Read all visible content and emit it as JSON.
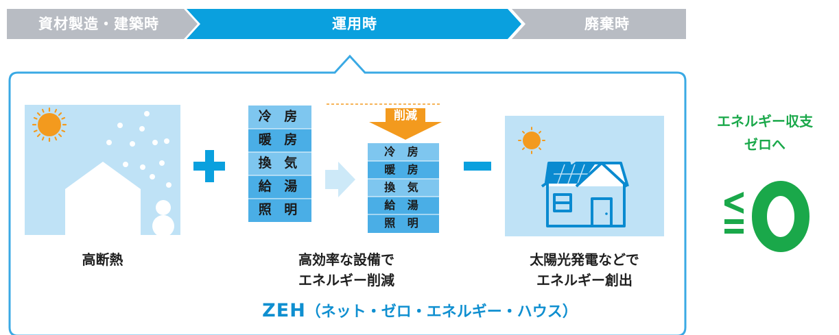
{
  "phases": [
    {
      "label": "資材製造・建築時",
      "active": false
    },
    {
      "label": "運用時",
      "active": true
    },
    {
      "label": "廃棄時",
      "active": false
    }
  ],
  "colors": {
    "phase_inactive": "#b8bcc3",
    "phase_active": "#0aa0de",
    "frame_border": "#3aa9e4",
    "panel_bg": "#bfe2f6",
    "stack_dark": "#4aaee6",
    "stack_light": "#7ec6ef",
    "operator": "#0aa0de",
    "arrow_reduce": "#f39a1e",
    "zero_green": "#1aa84a"
  },
  "panels": {
    "insulation": {
      "caption": "高断熱"
    },
    "efficiency": {
      "caption_lines": [
        "高効率な設備で",
        "エネルギー削減"
      ],
      "before": [
        "冷 房",
        "暖 房",
        "換 気",
        "給 湯",
        "照 明"
      ],
      "after": [
        "冷 房",
        "暖 房",
        "換 気",
        "給 湯",
        "照 明"
      ],
      "reduce_label": "削減"
    },
    "solar": {
      "caption_lines": [
        "太陽光発電などで",
        "エネルギー創出"
      ]
    }
  },
  "operators": {
    "plus": "+",
    "minus": "−"
  },
  "zeh": {
    "acronym": "ZEH",
    "full": "（ネット・ゼロ・エネルギー・ハウス）"
  },
  "result": {
    "title_lines": [
      "エネルギー収支",
      "ゼロへ"
    ],
    "symbol": "≦",
    "value": "0"
  }
}
